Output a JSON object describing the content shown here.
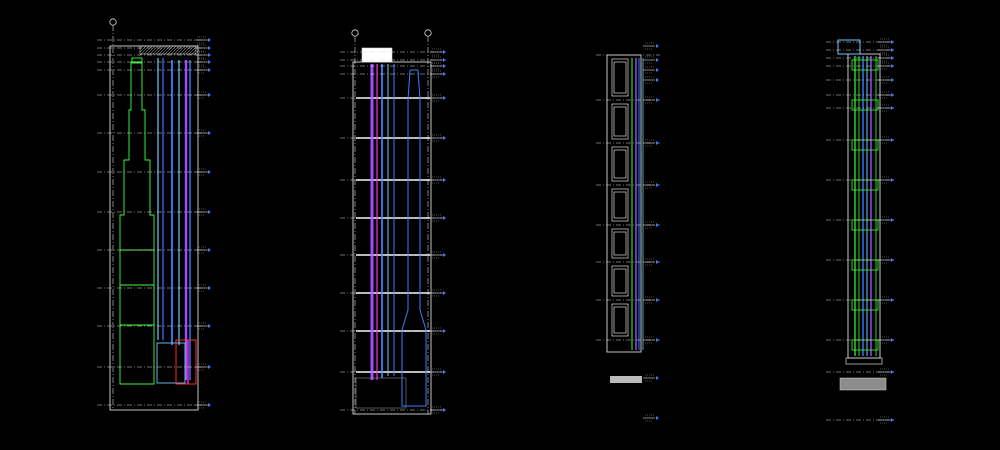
{
  "colors": {
    "background": "#000000",
    "line": "#d8d8d8",
    "green": "#39ff39",
    "blue": "#3d7bff",
    "cyan": "#6cc8ff",
    "purple": "#a24cff",
    "magenta": "#ff2bd6",
    "red": "#ff2a2a",
    "white": "#ffffff",
    "grey": "#8c8c8c"
  },
  "sections": [
    {
      "id": "section-1",
      "levels": 9,
      "has_grid_bubble": true
    },
    {
      "id": "section-2",
      "levels": 9,
      "has_grid_bubble": true
    },
    {
      "id": "section-3",
      "levels": 7,
      "has_grid_bubble": false
    },
    {
      "id": "section-4",
      "levels": 8,
      "has_grid_bubble": false
    }
  ]
}
